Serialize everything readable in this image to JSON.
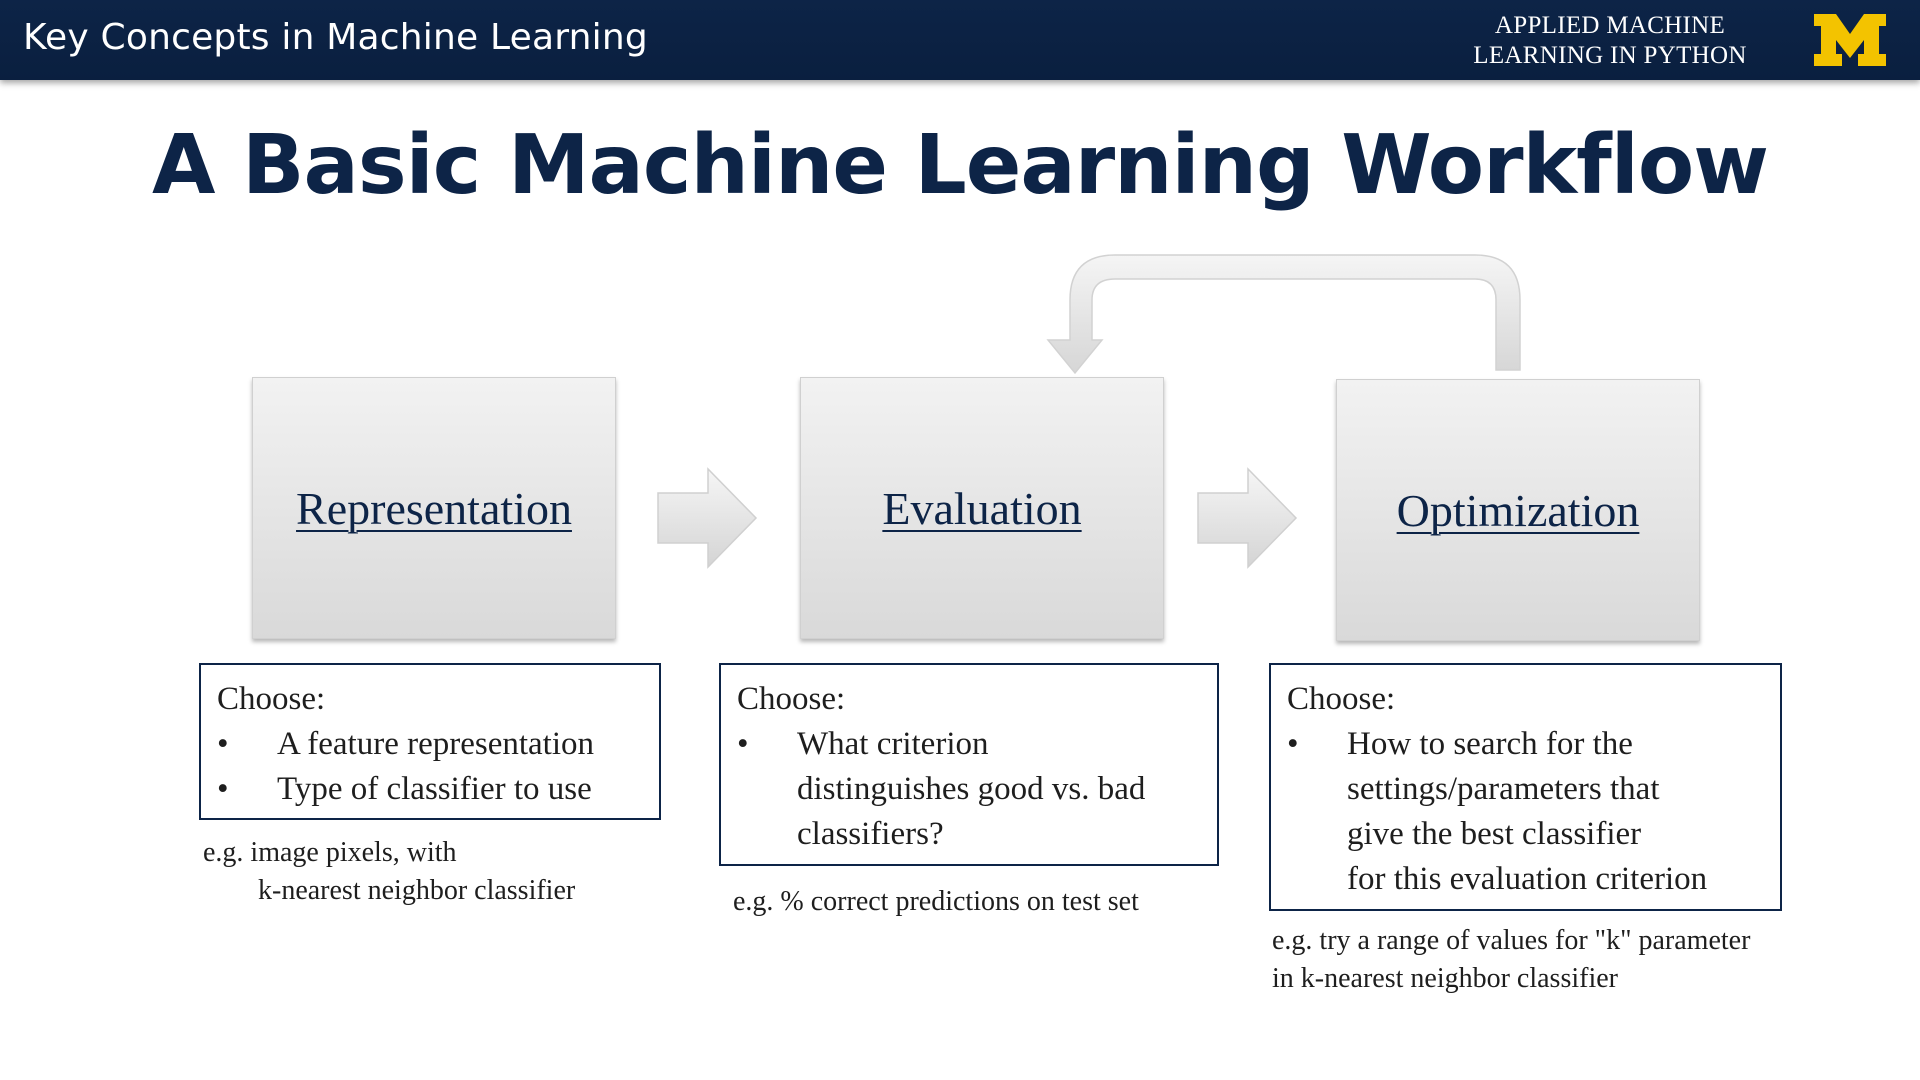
{
  "header": {
    "lecture_title": "Key Concepts in Machine Learning",
    "course_title_line1": "APPLIED MACHINE",
    "course_title_line2": "LEARNING IN PYTHON",
    "logo_icon": "university-block-m-logo",
    "colors": {
      "bar": "#0d2447",
      "logo": "#f3c300"
    }
  },
  "title": "A Basic Machine Learning Workflow",
  "stages": [
    {
      "label": "Representation",
      "choose_heading": "Choose:",
      "bullet_glyph": "•",
      "bullets": [
        "A feature representation",
        "Type of classifier to use"
      ],
      "example_lines": [
        "e.g. image pixels, with",
        "k-nearest neighbor classifier"
      ]
    },
    {
      "label": "Evaluation",
      "choose_heading": "Choose:",
      "bullet_glyph": "•",
      "bullets": [
        "What criterion",
        "distinguishes good vs. bad",
        "classifiers?"
      ],
      "example_lines": [
        "e.g. % correct predictions on test set"
      ]
    },
    {
      "label": "Optimization",
      "choose_heading": "Choose:",
      "bullet_glyph": "•",
      "bullets": [
        "How to search for the",
        "settings/parameters that",
        "give the best classifier",
        "for this evaluation criterion"
      ],
      "example_lines": [
        "e.g. try a range of values for \"k\" parameter",
        "in k-nearest neighbor classifier"
      ]
    }
  ],
  "arrows": [
    {
      "icon": "right-arrow-icon",
      "from": "Representation",
      "to": "Evaluation"
    },
    {
      "icon": "right-arrow-icon",
      "from": "Evaluation",
      "to": "Optimization"
    },
    {
      "icon": "loop-back-arrow-icon",
      "from": "Optimization",
      "to": "Evaluation"
    }
  ]
}
